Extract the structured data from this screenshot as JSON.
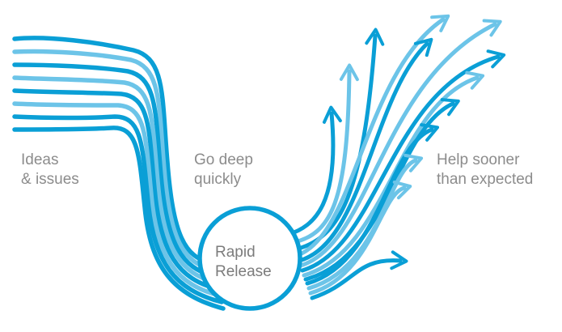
{
  "labels": {
    "ideas": [
      "Ideas",
      "& issues"
    ],
    "deep": [
      "Go deep",
      "quickly"
    ],
    "rapid": [
      "Rapid",
      "Release"
    ],
    "help": [
      "Help sooner",
      "than expected"
    ]
  },
  "colors": {
    "dark_blue": "#0a9fd6",
    "light_blue": "#6cc4e8",
    "circle_stroke": "#0a9fd6",
    "circle_fill": "#ffffff",
    "label_text": "#8c8c8c"
  },
  "strand_count": 8,
  "arrow_count": 12
}
